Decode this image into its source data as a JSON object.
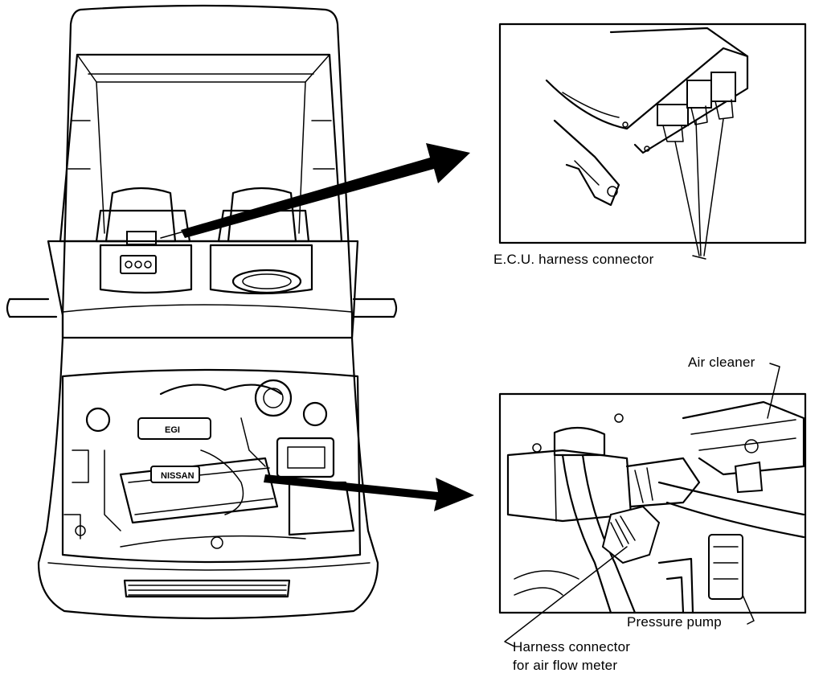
{
  "labels": {
    "ecu_connector": "E.C.U. harness connector",
    "air_cleaner": "Air cleaner",
    "pressure_pump": "Pressure pump",
    "harness_air_flow_line1": "Harness connector",
    "harness_air_flow_line2": "for air flow meter"
  },
  "engine_marks": {
    "badge_brand": "NISSAN",
    "badge_engine": "EGI"
  },
  "icons": [
    "car-top-view-illustration",
    "ecu-detail-illustration",
    "engine-bay-detail-illustration",
    "arrow-right-icon"
  ]
}
